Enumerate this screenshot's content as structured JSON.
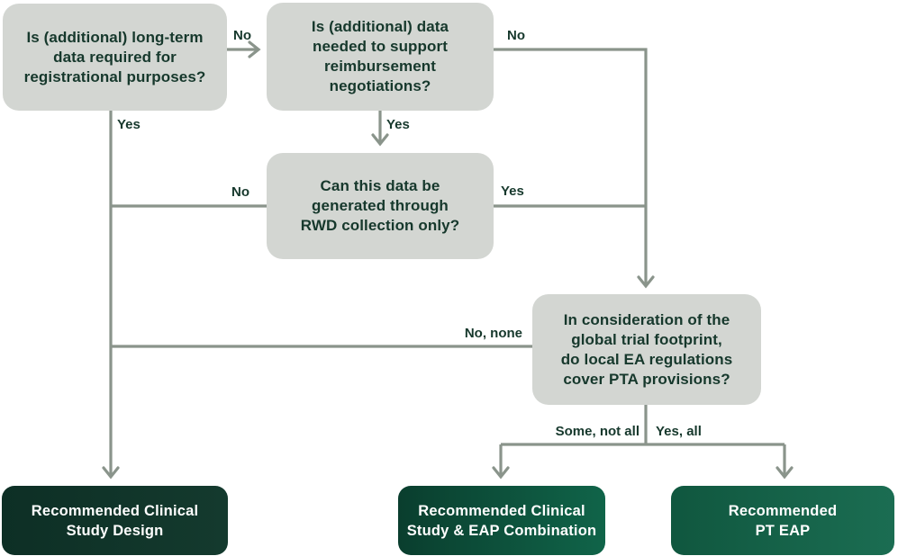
{
  "flowchart": {
    "questions": [
      {
        "id": "q1",
        "text": "Is (additional) long-term\ndata required for\nregistrational purposes?"
      },
      {
        "id": "q2",
        "text": "Is (additional) data\nneeded to support\nreimbursement\nnegotiations?"
      },
      {
        "id": "q3",
        "text": "Can this data be\ngenerated through\nRWD collection only?"
      },
      {
        "id": "q4",
        "text": "In consideration of the\nglobal trial footprint,\ndo local EA regulations\ncover PTA provisions?"
      }
    ],
    "outcomes": [
      {
        "id": "r1",
        "text": "Recommended Clinical\nStudy Design"
      },
      {
        "id": "r2",
        "text": "Recommended Clinical\nStudy & EAP Combination"
      },
      {
        "id": "r3",
        "text": "Recommended\nPT EAP"
      }
    ],
    "edge_labels": {
      "q1_no": "No",
      "q1_yes": "Yes",
      "q2_no": "No",
      "q2_yes": "Yes",
      "q3_no": "No",
      "q3_yes": "Yes",
      "q4_no_none": "No, none",
      "q4_some_not_all": "Some, not all",
      "q4_yes_all": "Yes, all"
    },
    "colors": {
      "question_box": "#d3d6d2",
      "question_text": "#16382c",
      "connector_line": "#8a948b",
      "outcome1_dark_green": "#0f3329",
      "outcome2_gradient": [
        "#0a3e2e",
        "#106449"
      ],
      "outcome3_gradient": [
        "#10573f",
        "#1b6d52"
      ],
      "outcome_text": "#ffffff"
    }
  }
}
